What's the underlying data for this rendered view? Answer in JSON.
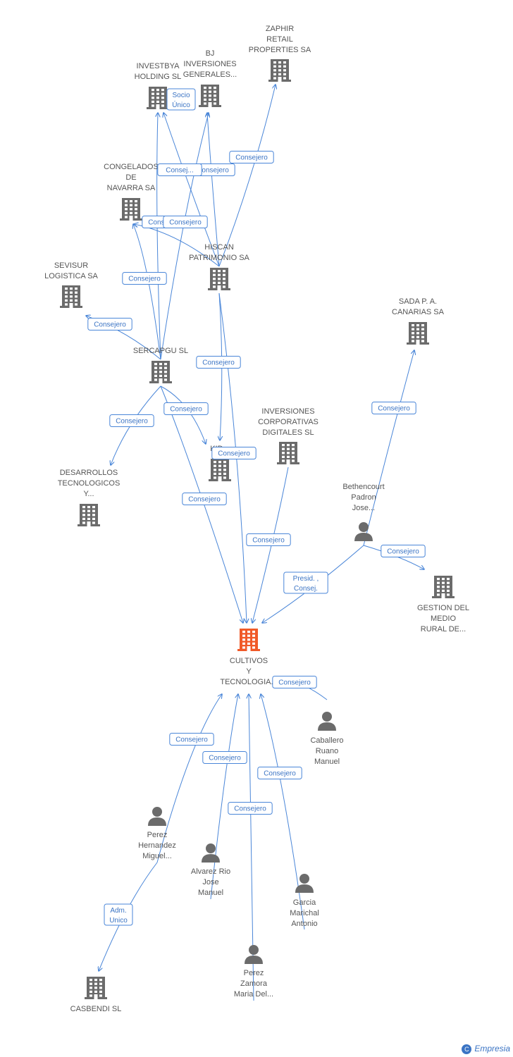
{
  "colors": {
    "edge": "#4a86d8",
    "building": "#6b6b6b",
    "focus": "#f05a28",
    "person": "#6b6b6b",
    "text": "#555555"
  },
  "nodes": [
    {
      "id": "zaphir",
      "kind": "building",
      "label": [
        "ZAPHIR",
        "RETAIL",
        "PROPERTIES SA"
      ]
    },
    {
      "id": "bj",
      "kind": "building",
      "label": [
        "BJ",
        "INVERSIONES",
        "GENERALES..."
      ]
    },
    {
      "id": "investbya",
      "kind": "building",
      "label": [
        "INVESTBYA",
        "HOLDING SL"
      ]
    },
    {
      "id": "congelados",
      "kind": "building",
      "label": [
        "CONGELADOS",
        "DE",
        "NAVARRA SA"
      ]
    },
    {
      "id": "hiscan",
      "kind": "building",
      "label": [
        "HISCAN",
        "PATRIMONIO SA"
      ]
    },
    {
      "id": "sevisur",
      "kind": "building",
      "label": [
        "SEVISUR",
        "LOGISTICA SA"
      ]
    },
    {
      "id": "sada",
      "kind": "building",
      "label": [
        "SADA P. A.",
        "CANARIAS SA"
      ]
    },
    {
      "id": "sercapgu",
      "kind": "building",
      "label": [
        "SERCAPGU SL"
      ]
    },
    {
      "id": "inversiones_corp",
      "kind": "building",
      "label": [
        "INVERSIONES",
        "CORPORATIVAS",
        "DIGITALES SL"
      ]
    },
    {
      "id": "kid",
      "kind": "building",
      "label": [
        "KID..."
      ]
    },
    {
      "id": "desarrollos",
      "kind": "building",
      "label": [
        "DESARROLLOS",
        "TECNOLOGICOS",
        "Y..."
      ]
    },
    {
      "id": "bethencourt",
      "kind": "person",
      "label": [
        "Bethencourt",
        "Padron",
        "Jose..."
      ]
    },
    {
      "id": "gestion",
      "kind": "building",
      "label": [
        "GESTION DEL",
        "MEDIO",
        "RURAL DE..."
      ]
    },
    {
      "id": "cultivos",
      "kind": "focus",
      "label": [
        "CULTIVOS",
        "Y",
        "TECNOLOGIA..."
      ]
    },
    {
      "id": "caballero",
      "kind": "person",
      "label": [
        "Caballero",
        "Ruano",
        "Manuel"
      ]
    },
    {
      "id": "perez_hernandez",
      "kind": "person",
      "label": [
        "Perez",
        "Hernandez",
        "Miguel..."
      ]
    },
    {
      "id": "alvarez",
      "kind": "person",
      "label": [
        "Alvarez Rio",
        "Jose",
        "Manuel"
      ]
    },
    {
      "id": "garcia",
      "kind": "person",
      "label": [
        "Garcia",
        "Marichal",
        "Antonio"
      ]
    },
    {
      "id": "perez_zamora",
      "kind": "person",
      "label": [
        "Perez",
        "Zamora",
        "Maria Del..."
      ]
    },
    {
      "id": "casbendi",
      "kind": "building",
      "label": [
        "CASBENDI SL"
      ]
    }
  ],
  "edges": [
    {
      "from": "hiscan",
      "to": "zaphir",
      "label": [
        "Consejero"
      ]
    },
    {
      "from": "hiscan",
      "to": "bj",
      "label": [
        "Consejero"
      ]
    },
    {
      "from": "hiscan",
      "to": "investbya",
      "label": [
        "Consej..."
      ]
    },
    {
      "from": "hiscan",
      "to": "congelados",
      "label": [
        "Consejero"
      ]
    },
    {
      "from": "sercapgu",
      "to": "investbya",
      "label": [
        "Socio",
        "Único"
      ]
    },
    {
      "from": "sercapgu",
      "to": "bj",
      "label": [
        "Consejero"
      ]
    },
    {
      "from": "sercapgu",
      "to": "congelados",
      "label": [
        "Consejero"
      ]
    },
    {
      "from": "sercapgu",
      "to": "sevisur",
      "label": [
        "Consejero"
      ]
    },
    {
      "from": "sercapgu",
      "to": "desarrollos",
      "label": [
        "Consejero"
      ]
    },
    {
      "from": "sercapgu",
      "to": "kid",
      "label": [
        "Consejero"
      ]
    },
    {
      "from": "sercapgu",
      "to": "cultivos",
      "label": [
        "Consejero"
      ]
    },
    {
      "from": "hiscan",
      "to": "kid",
      "label": [
        "Consejero"
      ]
    },
    {
      "from": "hiscan",
      "to": "cultivos",
      "label": [
        "Consejero"
      ]
    },
    {
      "from": "inversiones_corp",
      "to": "cultivos",
      "label": [
        "Consejero"
      ]
    },
    {
      "from": "bethencourt",
      "to": "sada",
      "label": [
        "Consejero"
      ]
    },
    {
      "from": "bethencourt",
      "to": "gestion",
      "label": [
        "Consejero"
      ]
    },
    {
      "from": "bethencourt",
      "to": "cultivos",
      "label": [
        "Presid. ,",
        "Consej."
      ]
    },
    {
      "from": "caballero",
      "to": "cultivos",
      "label": [
        "Consejero"
      ]
    },
    {
      "from": "perez_hernandez",
      "to": "cultivos",
      "label": [
        "Consejero"
      ]
    },
    {
      "from": "alvarez",
      "to": "cultivos",
      "label": [
        "Consejero"
      ]
    },
    {
      "from": "perez_zamora",
      "to": "cultivos",
      "label": [
        "Consejero"
      ]
    },
    {
      "from": "garcia",
      "to": "cultivos",
      "label": [
        "Consejero"
      ]
    },
    {
      "from": "perez_hernandez",
      "to": "casbendi",
      "label": [
        "Adm.",
        "Unico"
      ]
    }
  ],
  "footer": {
    "copyright_glyph": "C",
    "brand": "Empresia"
  }
}
